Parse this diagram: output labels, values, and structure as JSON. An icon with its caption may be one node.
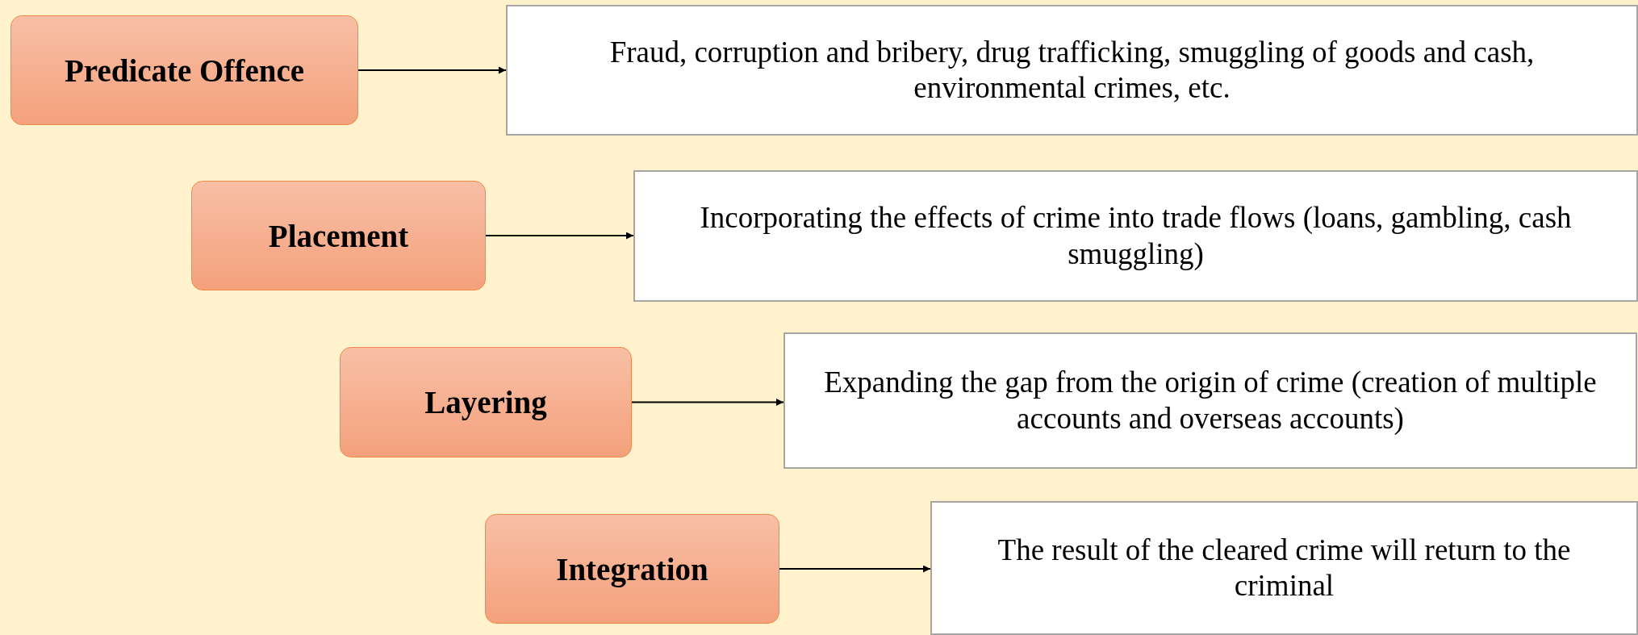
{
  "diagram": {
    "nodes": [
      {
        "text": [
          "Predicate Offence"
        ]
      },
      {
        "text": [
          "Fraud, corruption and bribery, drug trafficking, smuggling of goods and cash, environmental crimes, etc."
        ]
      },
      {
        "text": [
          "Placement"
        ]
      },
      {
        "text": [
          "Incorporating the effects of crime into trade flows (loans, gambling, cash smuggling)"
        ]
      },
      {
        "text": [
          "Layering"
        ]
      },
      {
        "text": [
          "Expanding the gap from the origin of crime (creation of multiple accounts and overseas accounts)"
        ]
      },
      {
        "text": [
          "Integration"
        ]
      },
      {
        "text": [
          "The result of the cleared crime will return to the criminal"
        ]
      }
    ],
    "edges": [
      {
        "from": 0,
        "to": 1,
        "arrow": "to"
      },
      {
        "from": 2,
        "to": 3,
        "arrow": "to"
      },
      {
        "from": 4,
        "to": 5,
        "arrow": "to"
      },
      {
        "from": 6,
        "to": 7,
        "arrow": "to"
      }
    ]
  }
}
